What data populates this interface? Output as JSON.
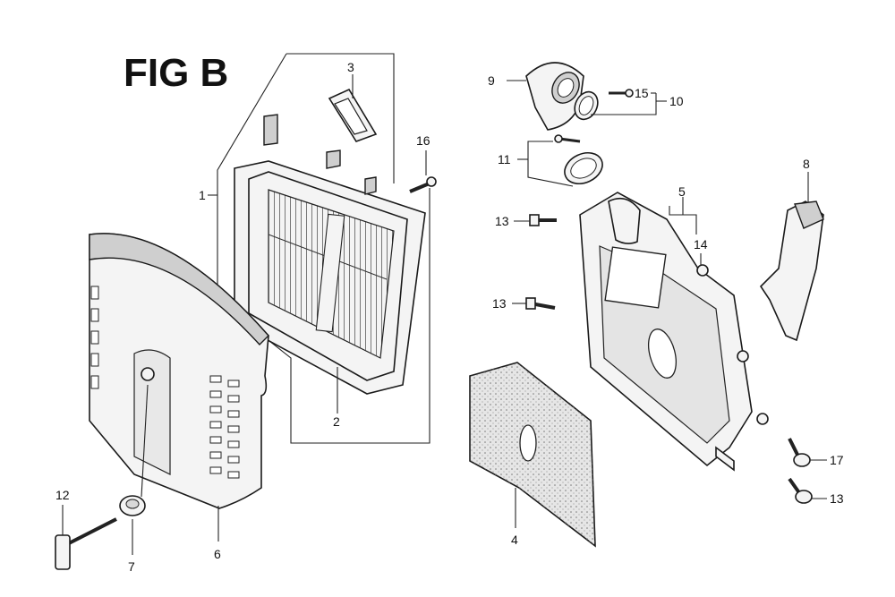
{
  "title": "FIG B",
  "callouts": {
    "c1": "1",
    "c2": "2",
    "c3": "3",
    "c4": "4",
    "c5": "5",
    "c6": "6",
    "c7": "7",
    "c8": "8",
    "c9": "9",
    "c10": "10",
    "c11": "11",
    "c12": "12",
    "c13a": "13",
    "c13b": "13",
    "c13c": "13",
    "c14": "14",
    "c15": "15",
    "c16": "16",
    "c17": "17"
  }
}
